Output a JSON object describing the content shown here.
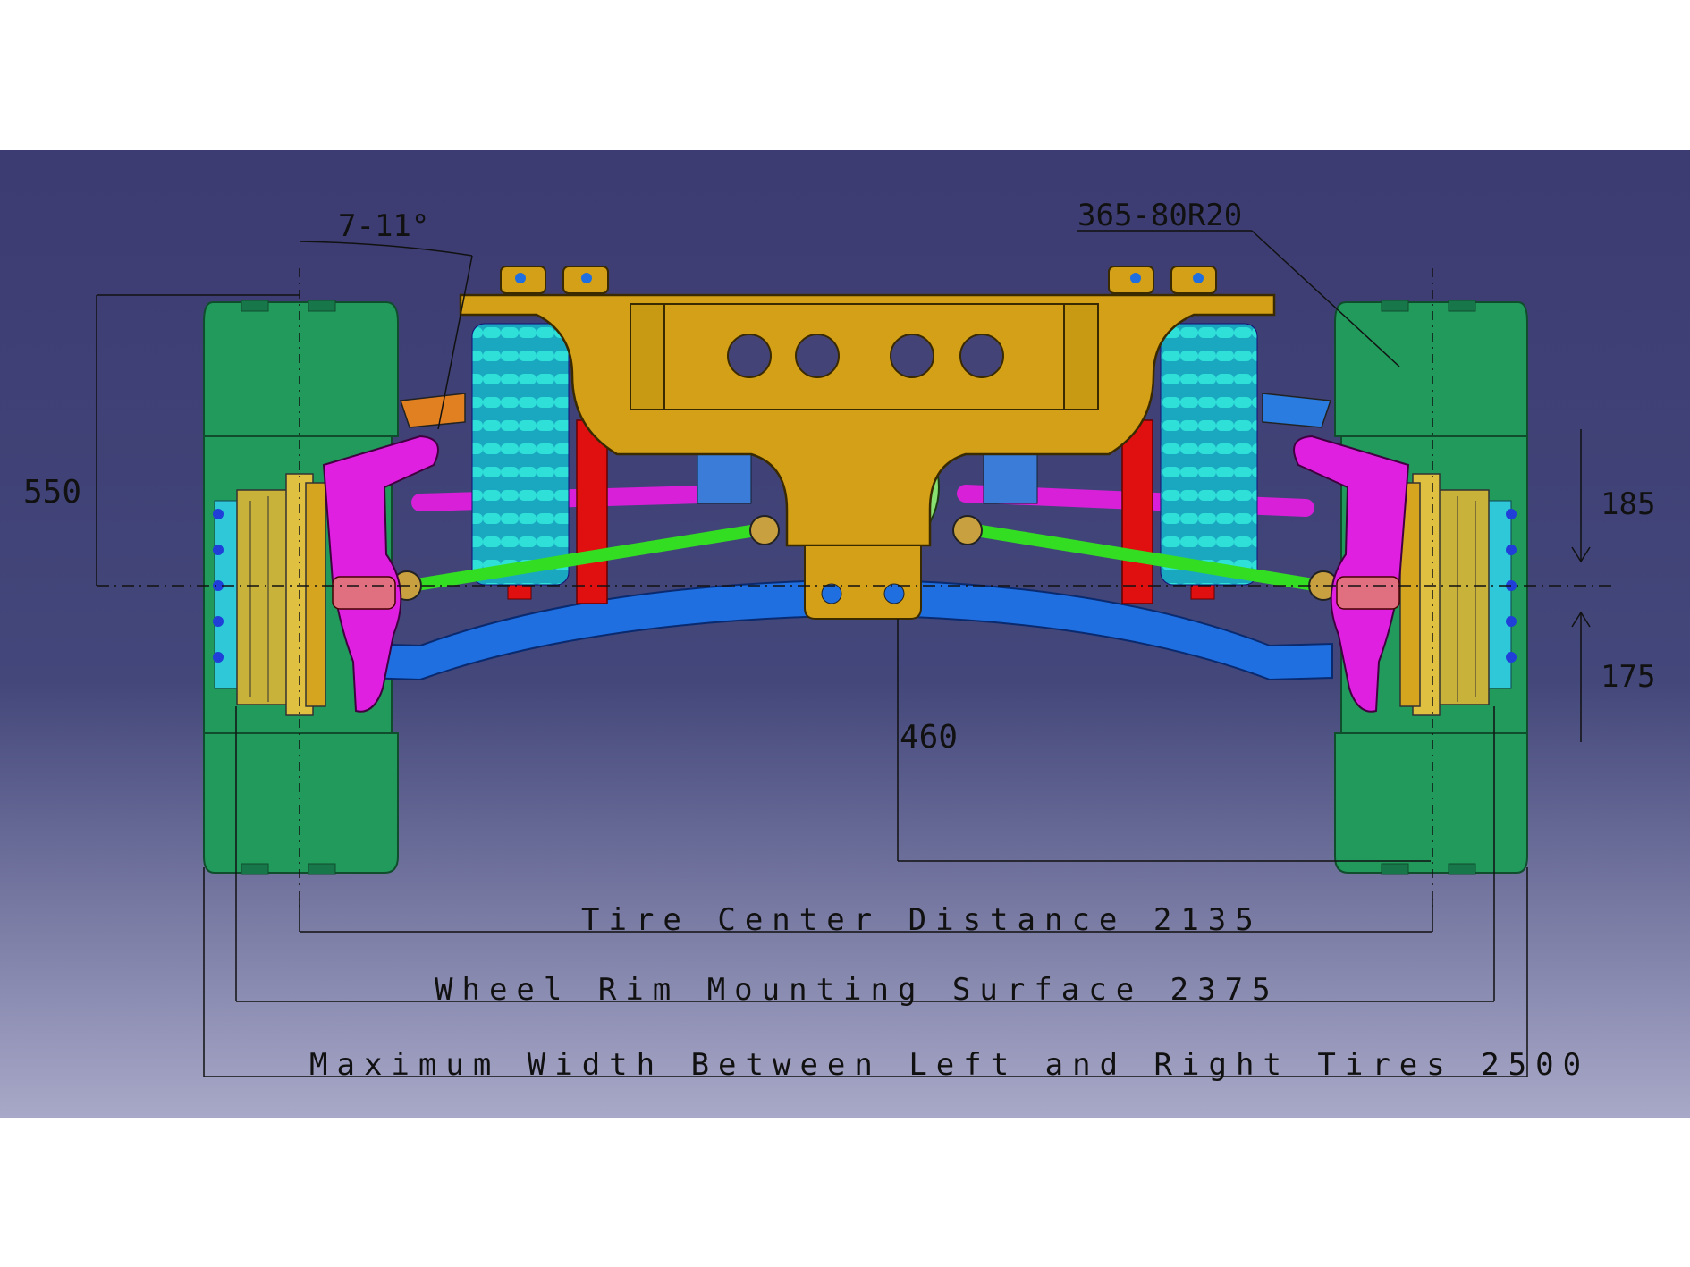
{
  "colors": {
    "background_top": "#3c3b72",
    "background_bottom": "#a8a8c8",
    "tire": "#219a5c",
    "frame": "#d4a017",
    "spring": "#2ee0d8",
    "damper": "#e01010",
    "inner_rod": "#22cc22",
    "knuckle": "#e020e0",
    "axle_beam": "#1f6fe0",
    "tie_rod": "#33dd22",
    "differential": "#88e070",
    "dimension_line": "#111111"
  },
  "annotations": {
    "kingpin_angle": "7-11°",
    "tire_spec": "365-80R20",
    "height_left": "550",
    "upper_travel": "185",
    "lower_travel": "175",
    "center_height": "460"
  },
  "dimensions": {
    "tire_center_label": "Tire Center Distance 2135",
    "rim_mount_label": "Wheel Rim Mounting Surface 2375",
    "max_width_label": "Maximum Width Between Left and Right Tires 2500"
  }
}
